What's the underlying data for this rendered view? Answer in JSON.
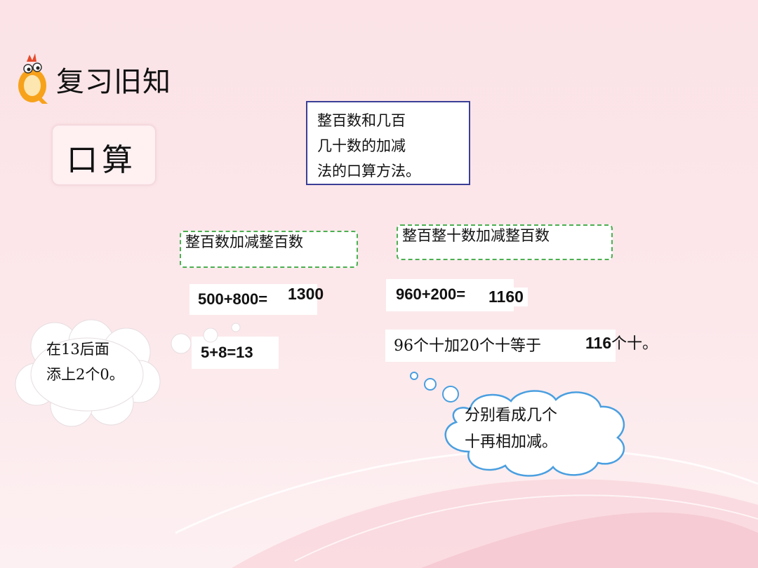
{
  "header": {
    "title": "复习旧知"
  },
  "section_label": "口算",
  "summary": {
    "lines": [
      "整百数和几百",
      "几十数的加减",
      "法的口算方法。"
    ]
  },
  "categories": {
    "left": "整百数加减整百数",
    "right": "整百整十数加减整百数"
  },
  "equations": {
    "eq1": {
      "question": "500+800=",
      "answer": "1300"
    },
    "eq2": {
      "question": "960+200=",
      "answer": "1160"
    },
    "eq3": {
      "text": "5+8=13"
    },
    "eq4": {
      "prefix": "96个十加20个十等于",
      "answer": "116",
      "suffix": "个十。"
    }
  },
  "bubbles": {
    "left": {
      "line1": "在13后面",
      "line2": "添上2个0。"
    },
    "right": {
      "line1": "分别看成几个",
      "line2": "十再相加减。"
    }
  },
  "colors": {
    "background": "#fce7ea",
    "summary_border": "#3b3f96",
    "dashed_border": "#4caf50",
    "right_bubble_stroke": "#4a9fe0",
    "wave": "#f6c9d0"
  },
  "icons": {
    "mascot": "q-mascot-icon"
  }
}
